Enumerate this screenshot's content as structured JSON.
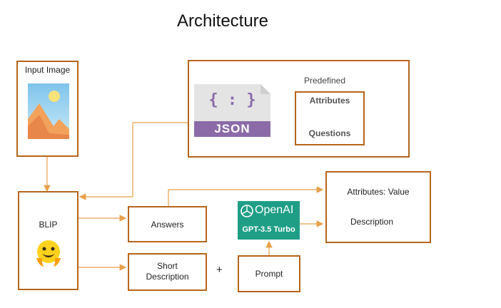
{
  "title": "Architecture",
  "input_image": {
    "label": "Input Image",
    "icon": "landscape-image-icon"
  },
  "json_panel": {
    "json_icon_text": "{ : }",
    "json_label": "JSON",
    "predefined_label": "Predefined",
    "attributes_label": "Attributes",
    "questions_label": "Questions"
  },
  "blip": {
    "label": "BLIP",
    "icon": "hugging-face-emoji-icon"
  },
  "answers": {
    "label": "Answers"
  },
  "short_description": {
    "line1": "Short",
    "line2": "Description"
  },
  "plus": "+",
  "prompt": {
    "label": "Prompt"
  },
  "openai": {
    "brand": "OpenAI",
    "model": "GPT-3.5 Turbo"
  },
  "output": {
    "attributes_value": "Attributes: Value",
    "description": "Description"
  },
  "colors": {
    "arrow": "#e8a04a",
    "box_border": "#b5651d",
    "json_purple": "#8a6ba8",
    "openai_bg": "#1f9e86"
  }
}
